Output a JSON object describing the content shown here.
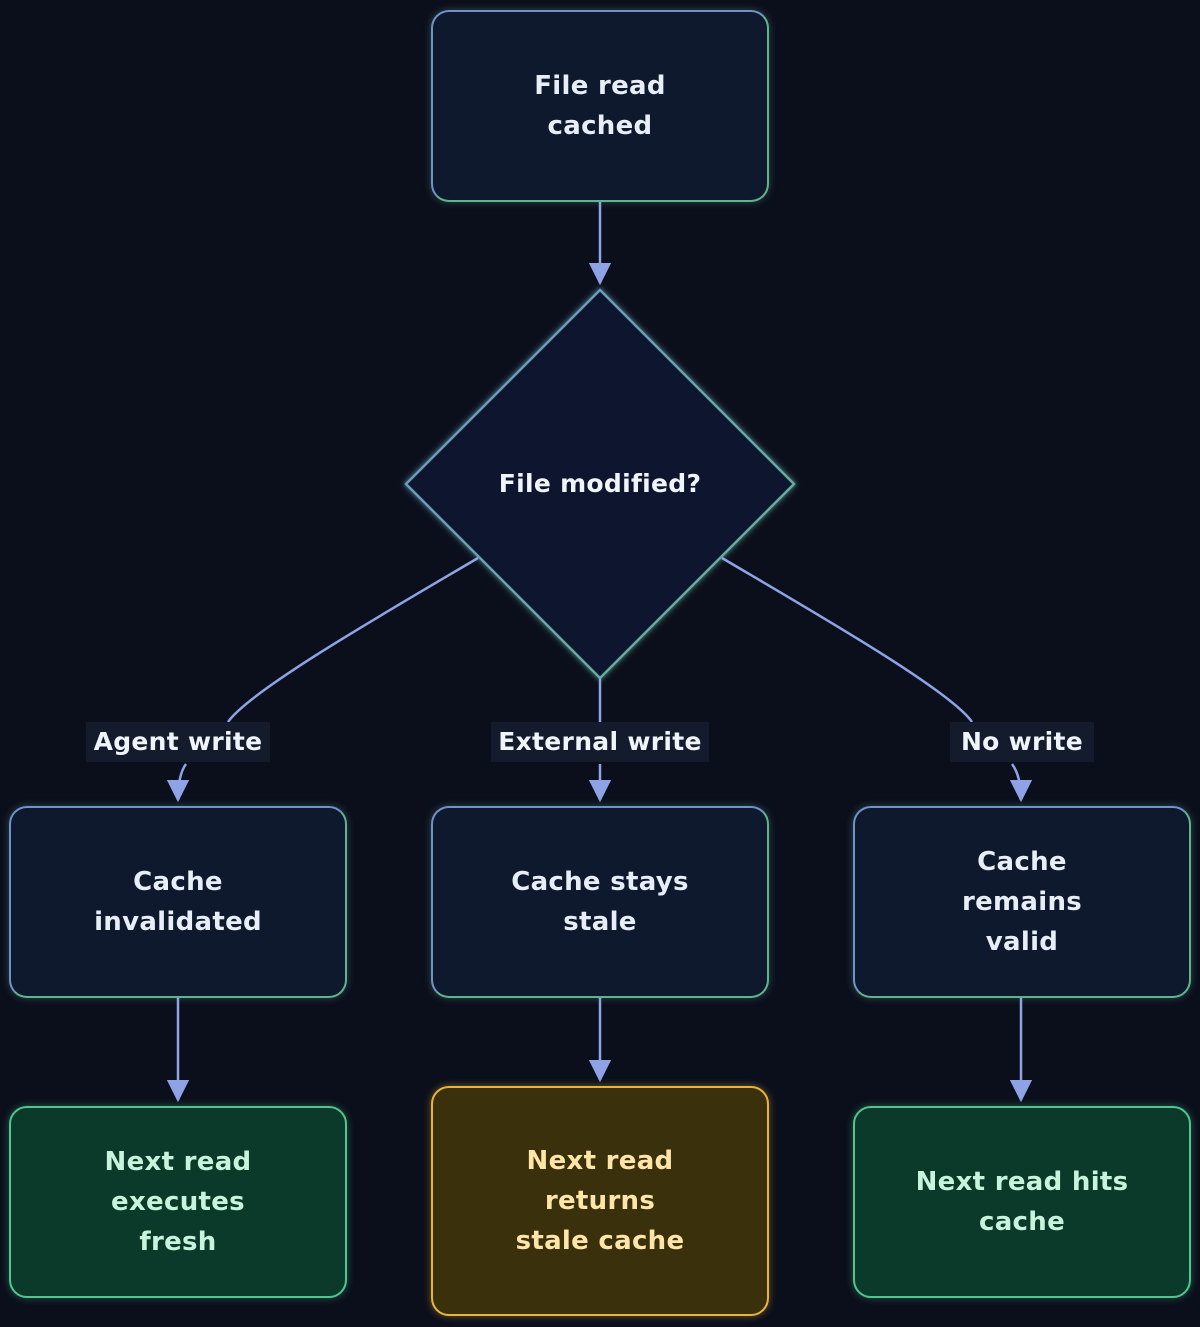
{
  "nodes": {
    "start": "File read cached",
    "decision": "File modified?",
    "agent_result": "Cache invalidated",
    "external_result": "Cache stays stale",
    "none_result": "Cache remains valid",
    "agent_outcome": "Next read executes fresh",
    "external_outcome": "Next read returns stale cache",
    "none_outcome": "Next read hits cache"
  },
  "edges": {
    "agent_label": "Agent write",
    "external_label": "External write",
    "none_label": "No write"
  },
  "colors": {
    "background": "#0b0f1b",
    "node_fill": "#0f192e",
    "edge": "#8ea3e6",
    "good_fill": "#0c3a2a",
    "good_border": "#4fc58f",
    "bad_fill": "#3a300c",
    "bad_border": "#e7b53c"
  }
}
